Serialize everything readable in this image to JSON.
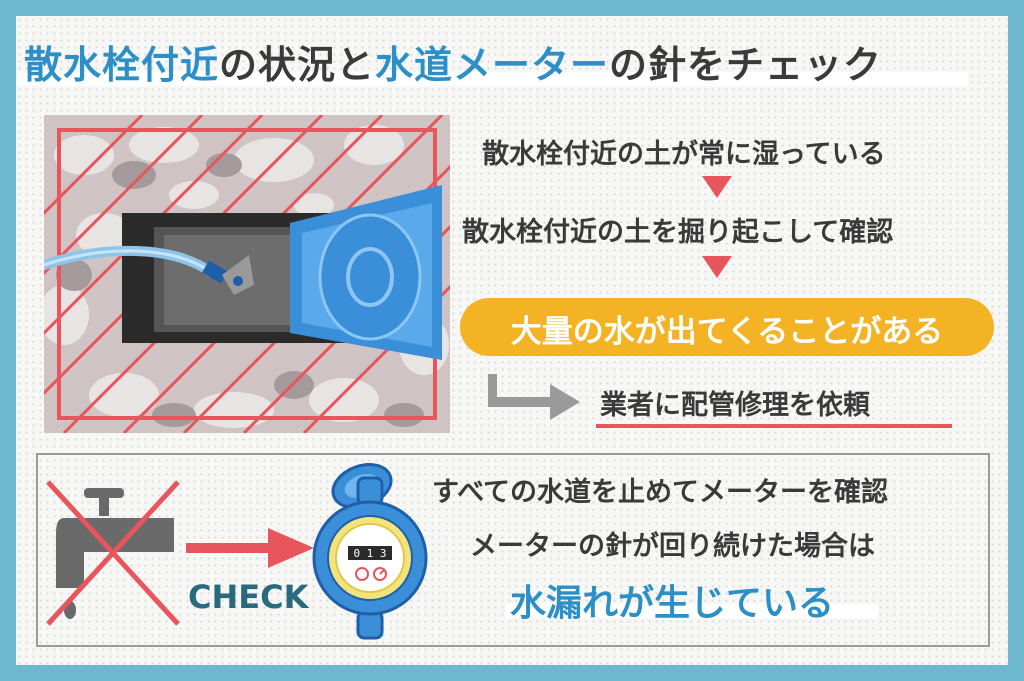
{
  "title": {
    "part1": "散水栓付近",
    "part2": "の状況と",
    "part3": "水道メーター",
    "part4": "の針をチェック"
  },
  "steps": {
    "step1": "散水栓付近の土が常に湿っている",
    "step2": "散水栓付近の土を掘り起こして確認",
    "step3": "大量の水が出てくることがある",
    "request": "業者に配管修理を依頼"
  },
  "meter_section": {
    "check_label": "CHECK",
    "line1": "すべての水道を止めてメーターを確認",
    "line2": "メーターの針が回り続けた場合は",
    "line3": "水漏れが生じている",
    "meter_digits": "0 1 3"
  },
  "colors": {
    "accent_blue": "#2c8fc7",
    "warning_red": "#e8555d",
    "highlight_yellow": "#f3b325",
    "border_teal": "#6db8cf"
  }
}
